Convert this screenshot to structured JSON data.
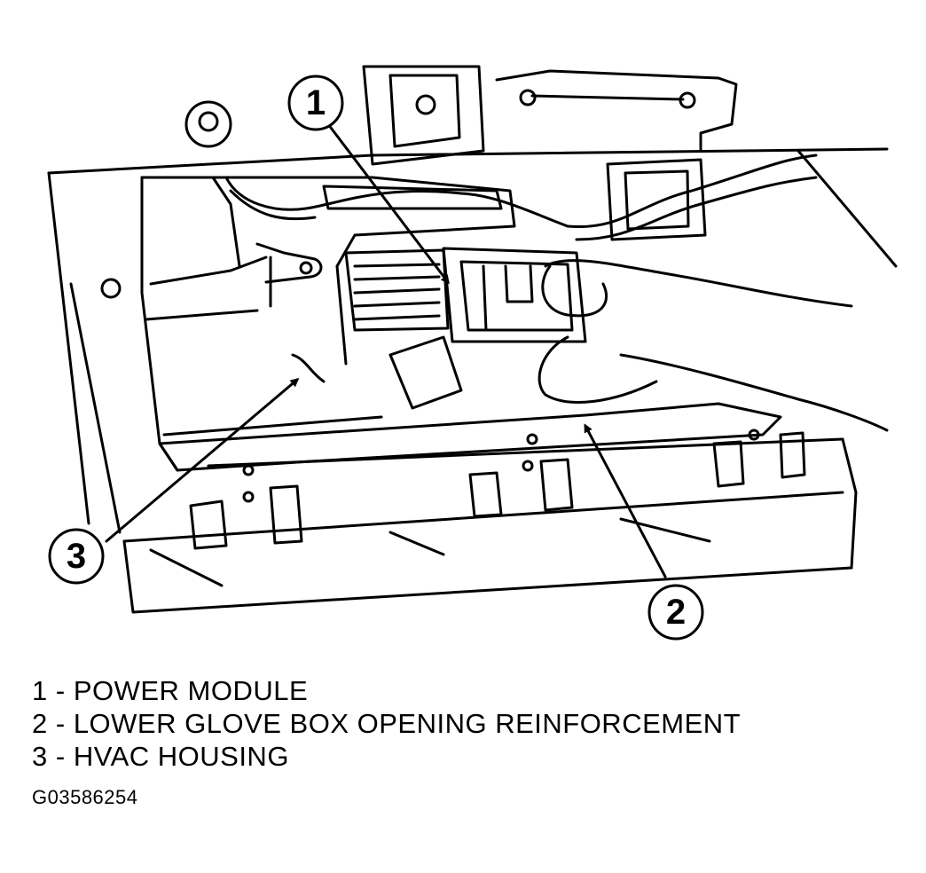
{
  "callouts": [
    {
      "number": "1",
      "target": "power-module"
    },
    {
      "number": "2",
      "target": "lower-glove-box-opening-reinforcement"
    },
    {
      "number": "3",
      "target": "hvac-housing"
    }
  ],
  "legend": [
    {
      "number": "1",
      "separator": " - ",
      "label": "POWER MODULE"
    },
    {
      "number": "2",
      "separator": " - ",
      "label": "LOWER GLOVE BOX OPENING REINFORCEMENT"
    },
    {
      "number": "3",
      "separator": " - ",
      "label": "HVAC HOUSING"
    }
  ],
  "figure_code": "G03586254",
  "colors": {
    "ink": "#000000",
    "paper": "#ffffff"
  }
}
